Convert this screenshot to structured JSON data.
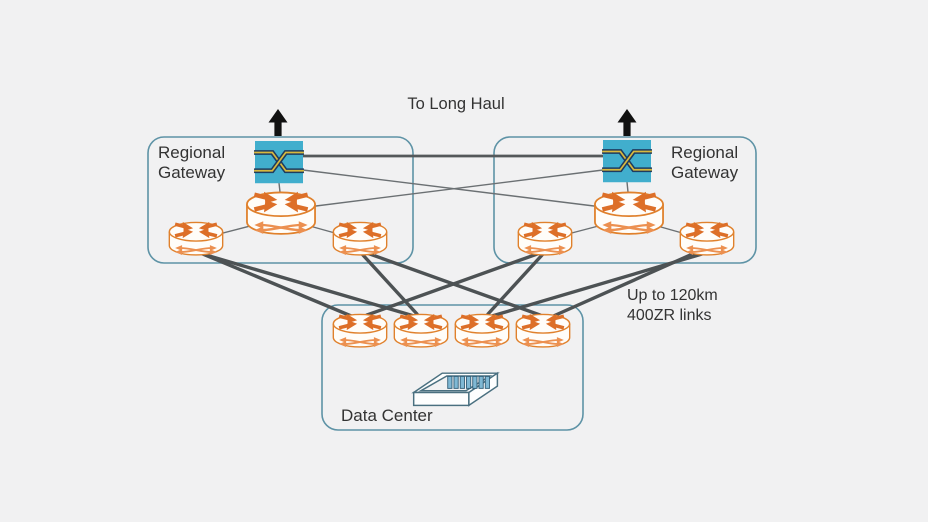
{
  "diagram": {
    "top_label": "To Long Haul",
    "gateways": [
      {
        "label": "Regional Gateway"
      },
      {
        "label": "Regional Gateway"
      }
    ],
    "data_center": {
      "label": "Data Center"
    },
    "link_annotation": {
      "line1": "Up to 120km",
      "line2": "400ZR links"
    },
    "topology": {
      "regional_gateways": 2,
      "optical_cross_connects_per_gateway": 1,
      "routers_per_gateway": 3,
      "data_center_routers": 4,
      "long_haul_uplinks": 2,
      "gateway_to_datacenter_links": 8,
      "inter_gateway_links": 1
    },
    "icons": [
      "up-arrow",
      "optical-cross-connect",
      "router",
      "server-chassis"
    ],
    "colors": {
      "background": "#f1f1f2",
      "box_border": "#5e93a6",
      "router_outline": "#e0812c",
      "router_arrows": "#dd6f28",
      "router_bowtie": "#ec9050",
      "switch_fill": "#41aecd",
      "switch_stripe_yellow": "#d8b83e",
      "switch_stripe_navy": "#1e3c60",
      "thick_link": "#4d5254",
      "thin_link": "#6b7073",
      "chassis_outline": "#4a7080",
      "chassis_cards": "#7fb8d4",
      "text": "#333333"
    }
  }
}
